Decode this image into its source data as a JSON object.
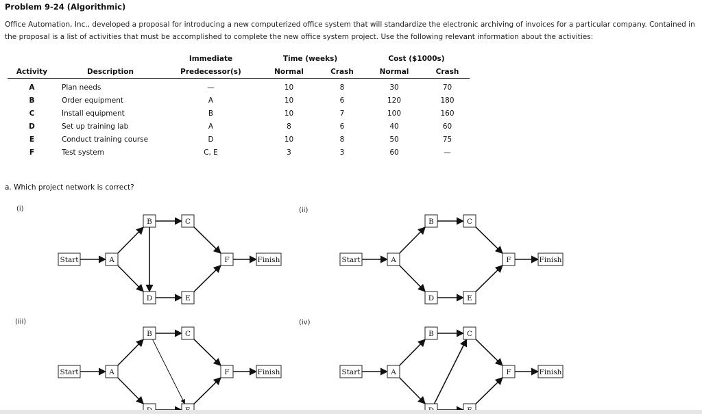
{
  "problem": {
    "title": "Problem 9-24 (Algorithmic)",
    "intro": "Office Automation, Inc., developed a proposal for introducing a new computerized office system that will standardize the electronic archiving of invoices for a particular company. Contained in the proposal is a list of activities that must be accomplished to complete the new office system project. Use the following relevant information about the activities:"
  },
  "table": {
    "headers": {
      "activity": "Activity",
      "description": "Description",
      "predecessor_top": "Immediate",
      "predecessor_bottom": "Predecessor(s)",
      "time_group": "Time (weeks)",
      "cost_group": "Cost ($1000s)",
      "normal": "Normal",
      "crash": "Crash"
    },
    "rows": [
      {
        "activity": "A",
        "description": "Plan needs",
        "predecessors": "—",
        "time_normal": "10",
        "time_crash": "8",
        "cost_normal": "30",
        "cost_crash": "70"
      },
      {
        "activity": "B",
        "description": "Order equipment",
        "predecessors": "A",
        "time_normal": "10",
        "time_crash": "6",
        "cost_normal": "120",
        "cost_crash": "180"
      },
      {
        "activity": "C",
        "description": "Install equipment",
        "predecessors": "B",
        "time_normal": "10",
        "time_crash": "7",
        "cost_normal": "100",
        "cost_crash": "160"
      },
      {
        "activity": "D",
        "description": "Set up training lab",
        "predecessors": "A",
        "time_normal": "8",
        "time_crash": "6",
        "cost_normal": "40",
        "cost_crash": "60"
      },
      {
        "activity": "E",
        "description": "Conduct training course",
        "predecessors": "D",
        "time_normal": "10",
        "time_crash": "8",
        "cost_normal": "50",
        "cost_crash": "75"
      },
      {
        "activity": "F",
        "description": "Test system",
        "predecessors": "C, E",
        "time_normal": "3",
        "time_crash": "3",
        "cost_normal": "60",
        "cost_crash": "—"
      }
    ]
  },
  "question": "a. Which project network is correct?",
  "networks": {
    "labels": {
      "i": "(i)",
      "ii": "(ii)",
      "iii": "(iii)",
      "iv": "(iv)"
    },
    "node_text": {
      "start": "Start",
      "finish": "Finish",
      "a": "A",
      "b": "B",
      "c": "C",
      "d": "D",
      "e": "E",
      "f": "F"
    }
  }
}
